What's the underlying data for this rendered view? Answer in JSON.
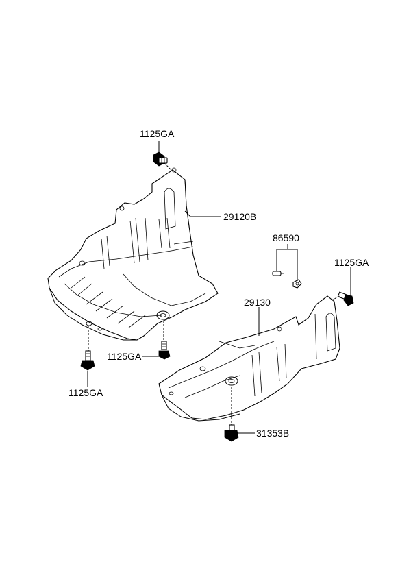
{
  "labels": {
    "bolt_top": "1125GA",
    "cover_upper": "29120B",
    "clip": "86590",
    "bolt_right": "1125GA",
    "cover_lower": "29130",
    "bolt_center": "1125GA",
    "bolt_left": "1125GA",
    "nut_bottom": "31353B"
  }
}
